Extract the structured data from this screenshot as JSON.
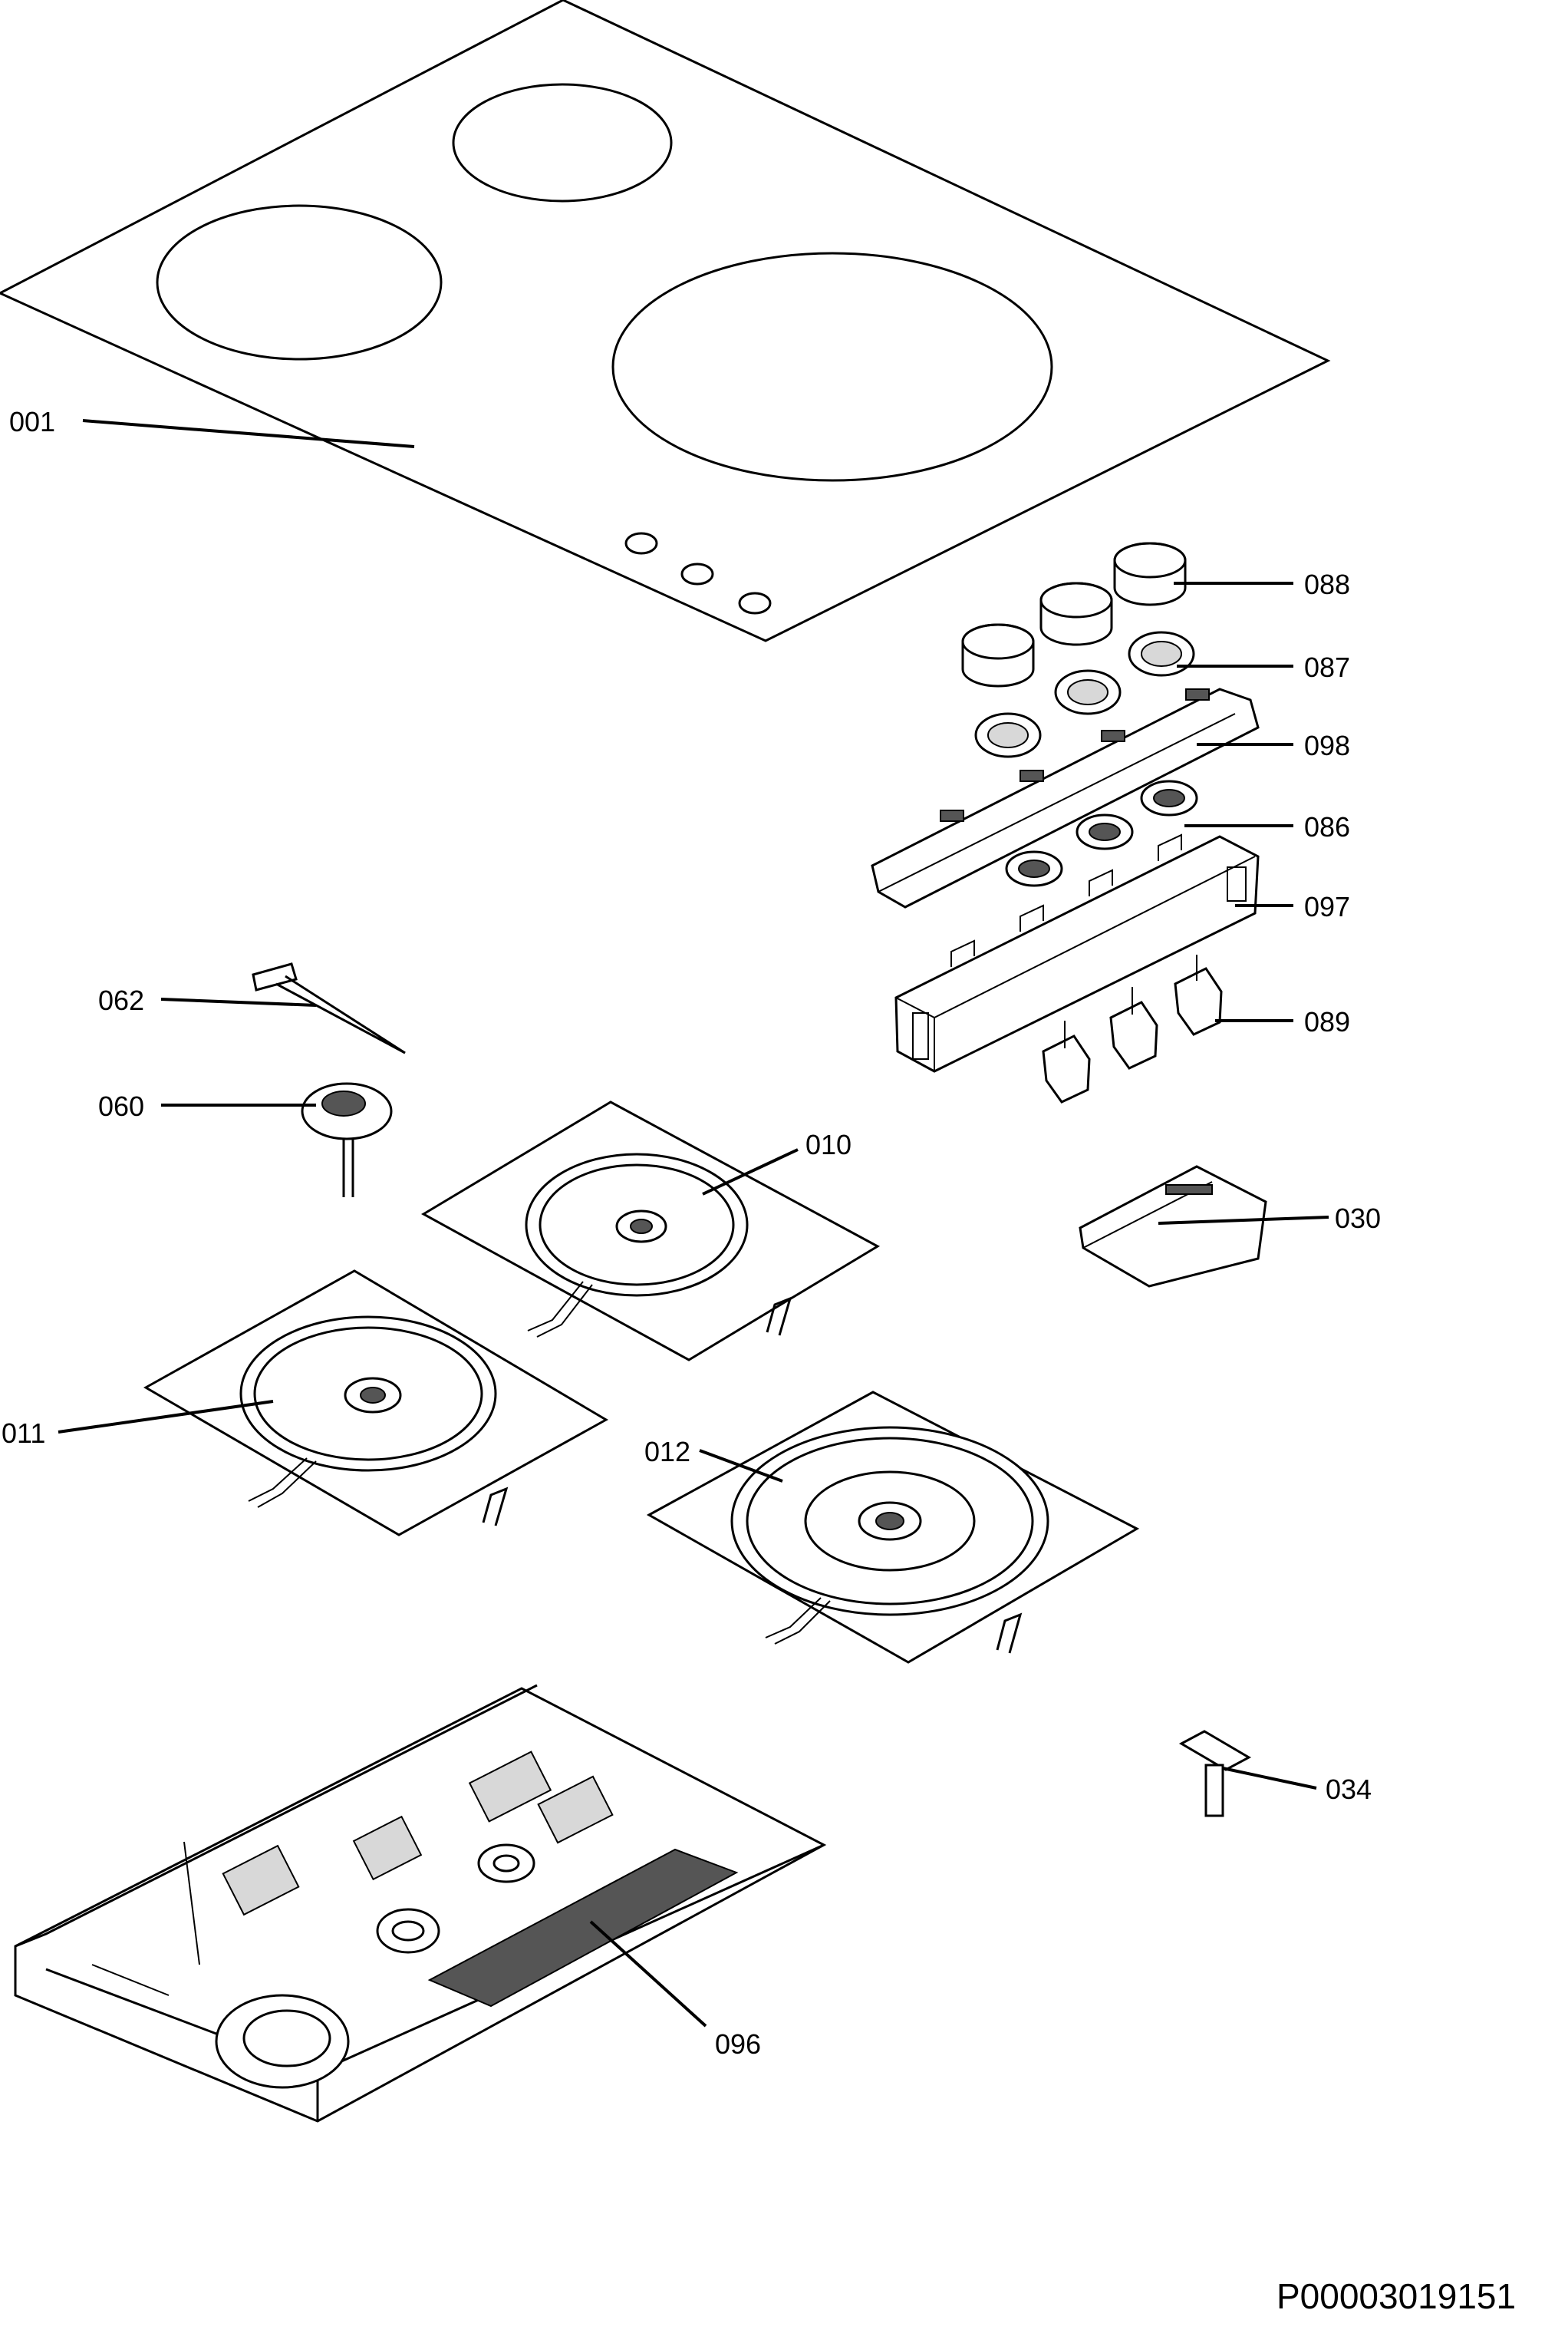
{
  "drawing": {
    "document_id": "P00003019151",
    "labels": {
      "p001": "001",
      "p088": "088",
      "p087": "087",
      "p098": "098",
      "p086": "086",
      "p097": "097",
      "p089": "089",
      "p062": "062",
      "p060": "060",
      "p010": "010",
      "p030": "030",
      "p011": "011",
      "p012": "012",
      "p034": "034",
      "p096": "096"
    }
  }
}
